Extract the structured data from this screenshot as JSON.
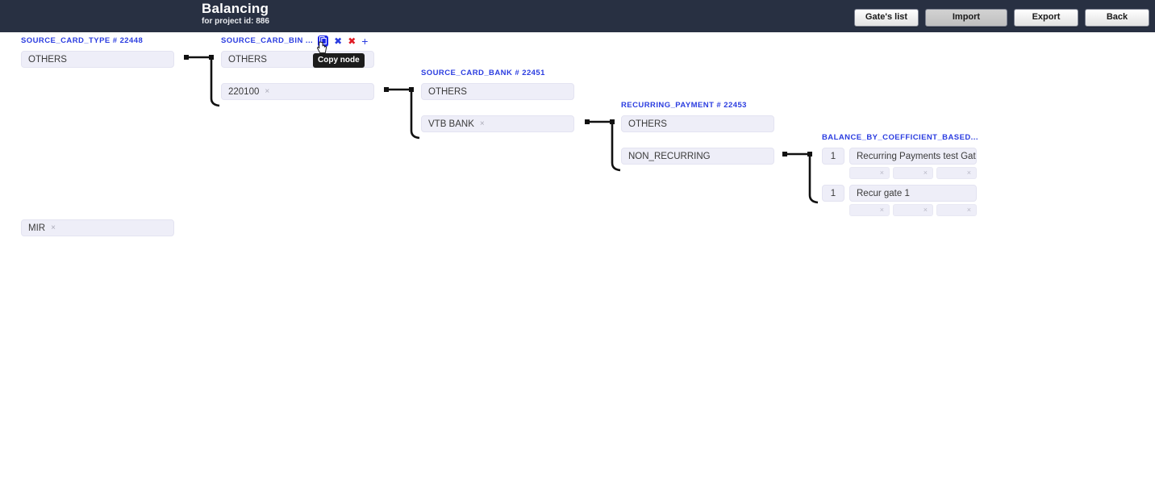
{
  "header": {
    "title": "Balancing",
    "subtitle": "for project id: 886",
    "buttons": [
      {
        "label": "Gate's list",
        "active": false
      },
      {
        "label": "Import",
        "active": true
      },
      {
        "label": "Export",
        "active": false
      },
      {
        "label": "Back",
        "active": false
      }
    ]
  },
  "tooltip": {
    "text": "Copy node"
  },
  "node_tools": {
    "copy": {
      "icon": "copy-icon",
      "title": "Copy node"
    },
    "cut": {
      "icon": "cut-icon",
      "glyph": "✖"
    },
    "delete": {
      "icon": "delete-icon",
      "glyph": "✖"
    },
    "add": {
      "icon": "plus-icon",
      "glyph": "+"
    }
  },
  "nodes": [
    {
      "id": "source-card-type",
      "label": "SOURCE_CARD_TYPE # 22448",
      "has_tools": false,
      "fields": [
        {
          "value": "OTHERS",
          "removable": false
        },
        {
          "value": "MIR",
          "removable": true
        }
      ]
    },
    {
      "id": "source-card-bin",
      "label": "SOURCE_CARD_BIN ...",
      "has_tools": true,
      "fields": [
        {
          "value": "OTHERS",
          "removable": false
        },
        {
          "value": "220100",
          "removable": true
        }
      ]
    },
    {
      "id": "source-card-bank",
      "label": "SOURCE_CARD_BANK # 22451",
      "has_tools": false,
      "fields": [
        {
          "value": "OTHERS",
          "removable": false
        },
        {
          "value": "VTB BANK",
          "removable": true
        }
      ]
    },
    {
      "id": "recurring-payment",
      "label": "RECURRING_PAYMENT # 22453",
      "has_tools": false,
      "fields": [
        {
          "value": "OTHERS",
          "removable": false
        },
        {
          "value": "NON_RECURRING",
          "removable": false
        }
      ]
    }
  ],
  "balance_node": {
    "id": "balance-by-coefficient",
    "label": "BALANCE_BY_COEFFICIENT_BASED...",
    "rows": [
      {
        "coefficient": "1",
        "gate": "Recurring Payments test Gate",
        "sub_fields": [
          {
            "value": ""
          },
          {
            "value": ""
          },
          {
            "value": ""
          }
        ]
      },
      {
        "coefficient": "1",
        "gate": "Recur gate 1",
        "sub_fields": [
          {
            "value": ""
          },
          {
            "value": ""
          },
          {
            "value": ""
          }
        ]
      }
    ]
  },
  "colors": {
    "header_bg": "#283042",
    "label_blue": "#2b3de0",
    "field_bg": "#eeeef8",
    "delete_red": "#e01b24",
    "copy_active": "#1a25e8"
  },
  "chip_glyph": "×"
}
